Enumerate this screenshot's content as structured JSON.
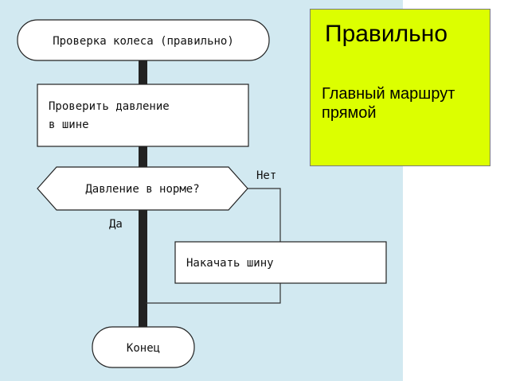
{
  "flowchart": {
    "start": "Проверка колеса (правильно)",
    "step1": [
      "Проверить давление",
      "в шине"
    ],
    "decision": "Давление в норме?",
    "no_label": "Нет",
    "yes_label": "Да",
    "action": "Накачать шину",
    "end": "Конец"
  },
  "note": {
    "title": "Правильно",
    "body": "Главный маршрут прямой"
  },
  "colors": {
    "diagram_background": "#d2e9f1",
    "note_background": "#dcff00",
    "main_path": "#222222"
  }
}
